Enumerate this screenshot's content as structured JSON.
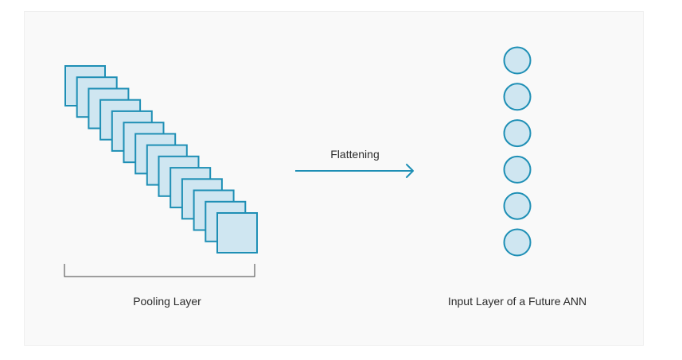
{
  "diagram": {
    "pooling_label": "Pooling Layer",
    "arrow_label": "Flattening",
    "input_label": "Input Layer of a Future ANN",
    "pooling_map_count": 14,
    "input_node_count": 6
  },
  "colors": {
    "panel_bg": "#f9f9f9",
    "shape_fill": "#cfe6f1",
    "shape_stroke": "#1e8fb5",
    "bracket": "#444444",
    "text": "#2b2b2b"
  }
}
